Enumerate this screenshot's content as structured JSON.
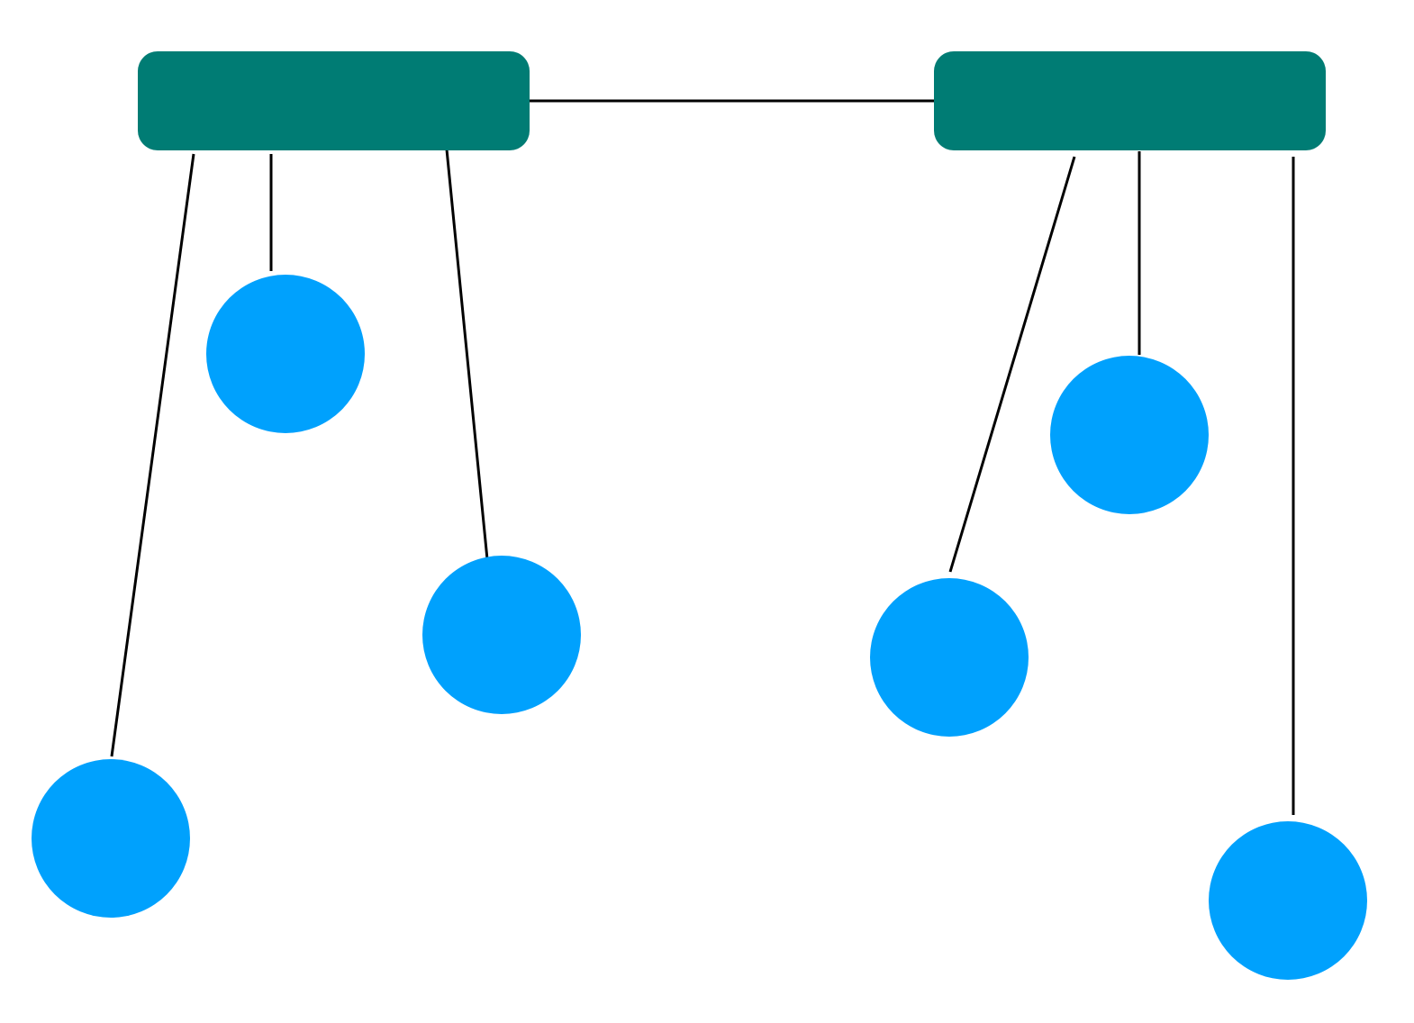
{
  "colors": {
    "background": "#ffffff",
    "hub": "#007c74",
    "node": "#00a1fd",
    "connector": "#000000"
  },
  "diagram": {
    "hubs": [
      {
        "id": "hub-left",
        "label": ""
      },
      {
        "id": "hub-right",
        "label": ""
      }
    ],
    "nodes": [
      {
        "id": "node-left-outer",
        "parent": "hub-left",
        "label": ""
      },
      {
        "id": "node-left-middle",
        "parent": "hub-left",
        "label": ""
      },
      {
        "id": "node-left-inner",
        "parent": "hub-left",
        "label": ""
      },
      {
        "id": "node-right-inner",
        "parent": "hub-right",
        "label": ""
      },
      {
        "id": "node-right-middle",
        "parent": "hub-right",
        "label": ""
      },
      {
        "id": "node-right-outer",
        "parent": "hub-right",
        "label": ""
      }
    ],
    "links": [
      {
        "from": "hub-left",
        "to": "hub-right"
      }
    ]
  }
}
